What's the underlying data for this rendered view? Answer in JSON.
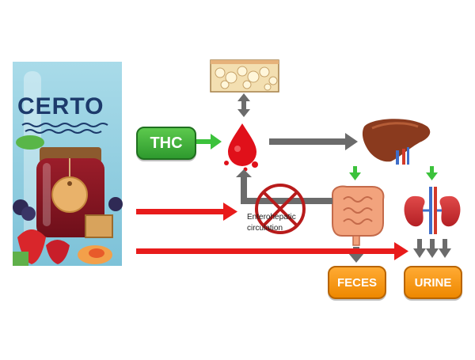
{
  "product": {
    "brand": "CERTO"
  },
  "nodes": {
    "thc": "THC",
    "feces": "FECES",
    "urine": "URINE",
    "enterohepatic": "Enterohepatic circulation"
  },
  "colors": {
    "thc_green": "#3fae3f",
    "output_orange": "#f39a1e",
    "red_arrow": "#e81b1b",
    "grey_arrow": "#6b6b6b",
    "green_arrow": "#3cc23c",
    "blood_red": "#e0101a",
    "liver_brown": "#8a3a1e",
    "brand_blue": "#1c3a6b"
  },
  "icons": {
    "fat_tissue": "fat-tissue-icon",
    "blood_drop": "blood-drop-icon",
    "liver": "liver-icon",
    "intestine": "intestine-icon",
    "kidneys": "kidneys-icon",
    "blocked": "cross-circle-icon"
  }
}
